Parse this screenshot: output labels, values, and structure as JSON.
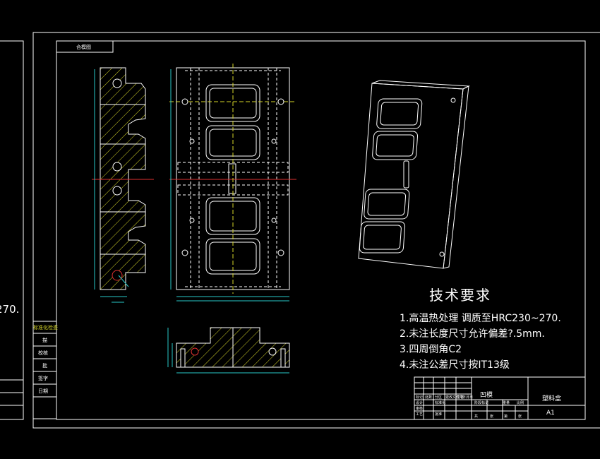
{
  "drawing": {
    "tab_label": "合模图",
    "tech_title": "技术要求",
    "requirements": [
      "1.高温热处理  调质至HRC230~270.",
      "2.未注长度尺寸允许偏差?.5mm.",
      "3.四周倒角C2",
      "4.未注公差尺寸按IT13级"
    ],
    "left_cut_text": "270.",
    "side_table": [
      "标准化检查",
      "描",
      "校核",
      "批",
      "签字",
      "日期"
    ],
    "title_block": {
      "part_name": "凹模",
      "material": "塑料盒",
      "sheet_size": "A1",
      "cells": [
        "标记",
        "处数",
        "分区",
        "更改文件号",
        "签名",
        "年月日",
        "设计",
        "标准化",
        "审核",
        "工艺",
        "批准",
        "阶段标记",
        "重量",
        "比例",
        "共",
        "张",
        "第",
        "张"
      ]
    },
    "colors": {
      "line": "#ffffff",
      "hatch": "#d6d629",
      "center": "#e03030",
      "dim": "#29c7c7",
      "bg": "#000000"
    }
  }
}
